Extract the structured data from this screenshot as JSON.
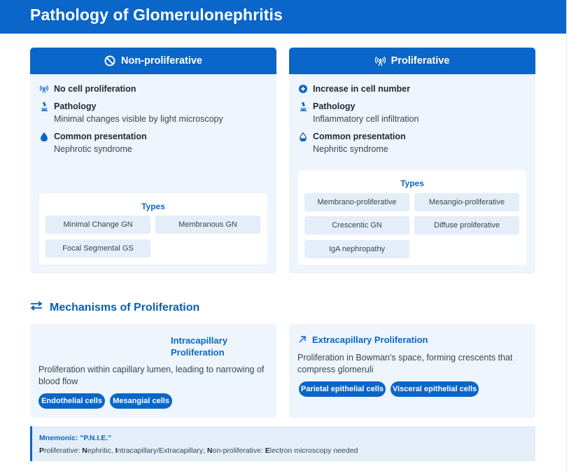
{
  "title": "Pathology of Glomerulonephritis",
  "non_proliferative": {
    "heading": "Non-proliferative",
    "points": [
      {
        "icon": "broadcast-icon",
        "label": "No cell proliferation",
        "detail": ""
      },
      {
        "icon": "microscope-icon",
        "label": "Pathology",
        "detail": "Minimal changes visible by light microscopy"
      },
      {
        "icon": "droplet-icon",
        "label": "Common presentation",
        "detail": "Nephrotic syndrome"
      }
    ],
    "types_title": "Types",
    "types": [
      "Minimal Change GN",
      "Membranous GN",
      "Focal Segmental GS"
    ]
  },
  "proliferative": {
    "heading": "Proliferative",
    "points": [
      {
        "icon": "plus-circle-icon",
        "label": "Increase in cell number",
        "detail": ""
      },
      {
        "icon": "microscope-icon",
        "label": "Pathology",
        "detail": "Inflammatory cell infiltration"
      },
      {
        "icon": "droplet-half-icon",
        "label": "Common presentation",
        "detail": "Nephritic syndrome"
      }
    ],
    "types_title": "Types",
    "types": [
      "Membrano-proliferative",
      "Mesangio-proliferative",
      "Crescentic GN",
      "Diffuse proliferative",
      "IgA nephropathy"
    ]
  },
  "mechanisms": {
    "title": "Mechanisms of Proliferation",
    "intracapillary": {
      "heading_line1": "Intracapillary",
      "heading_line2": "Proliferation",
      "description_line1": "Proliferation within capillary lumen, leading to narrowing of",
      "description_line2": "blood flow",
      "tags": [
        "Endothelial cells",
        "Mesangial cells"
      ]
    },
    "extracapillary": {
      "heading": "Extracapillary Proliferation",
      "description_line1": "Proliferation in Bowman's space, forming crescents that",
      "description_line2": "compress glomeruli",
      "tags": [
        "Parietal epithelial cells",
        "Visceral epithelial cells"
      ]
    }
  },
  "mnemonic": {
    "title": "Mnemonic: \"P.N.I.E.\"",
    "p_letter": "P",
    "p_rest": "roliferative: ",
    "n_letter": "N",
    "n_rest": "ephritic, ",
    "i_letter": "I",
    "i_rest": "ntracapillary/Extracapillary; ",
    "n2_letter": "N",
    "n2_rest": "on-proliferative: ",
    "e_letter": "E",
    "e_rest": "lectron microscopy needed"
  },
  "colors": {
    "primary": "#0a66c8",
    "card_bg": "#eef5fc",
    "chip_bg": "#e3eef9"
  }
}
